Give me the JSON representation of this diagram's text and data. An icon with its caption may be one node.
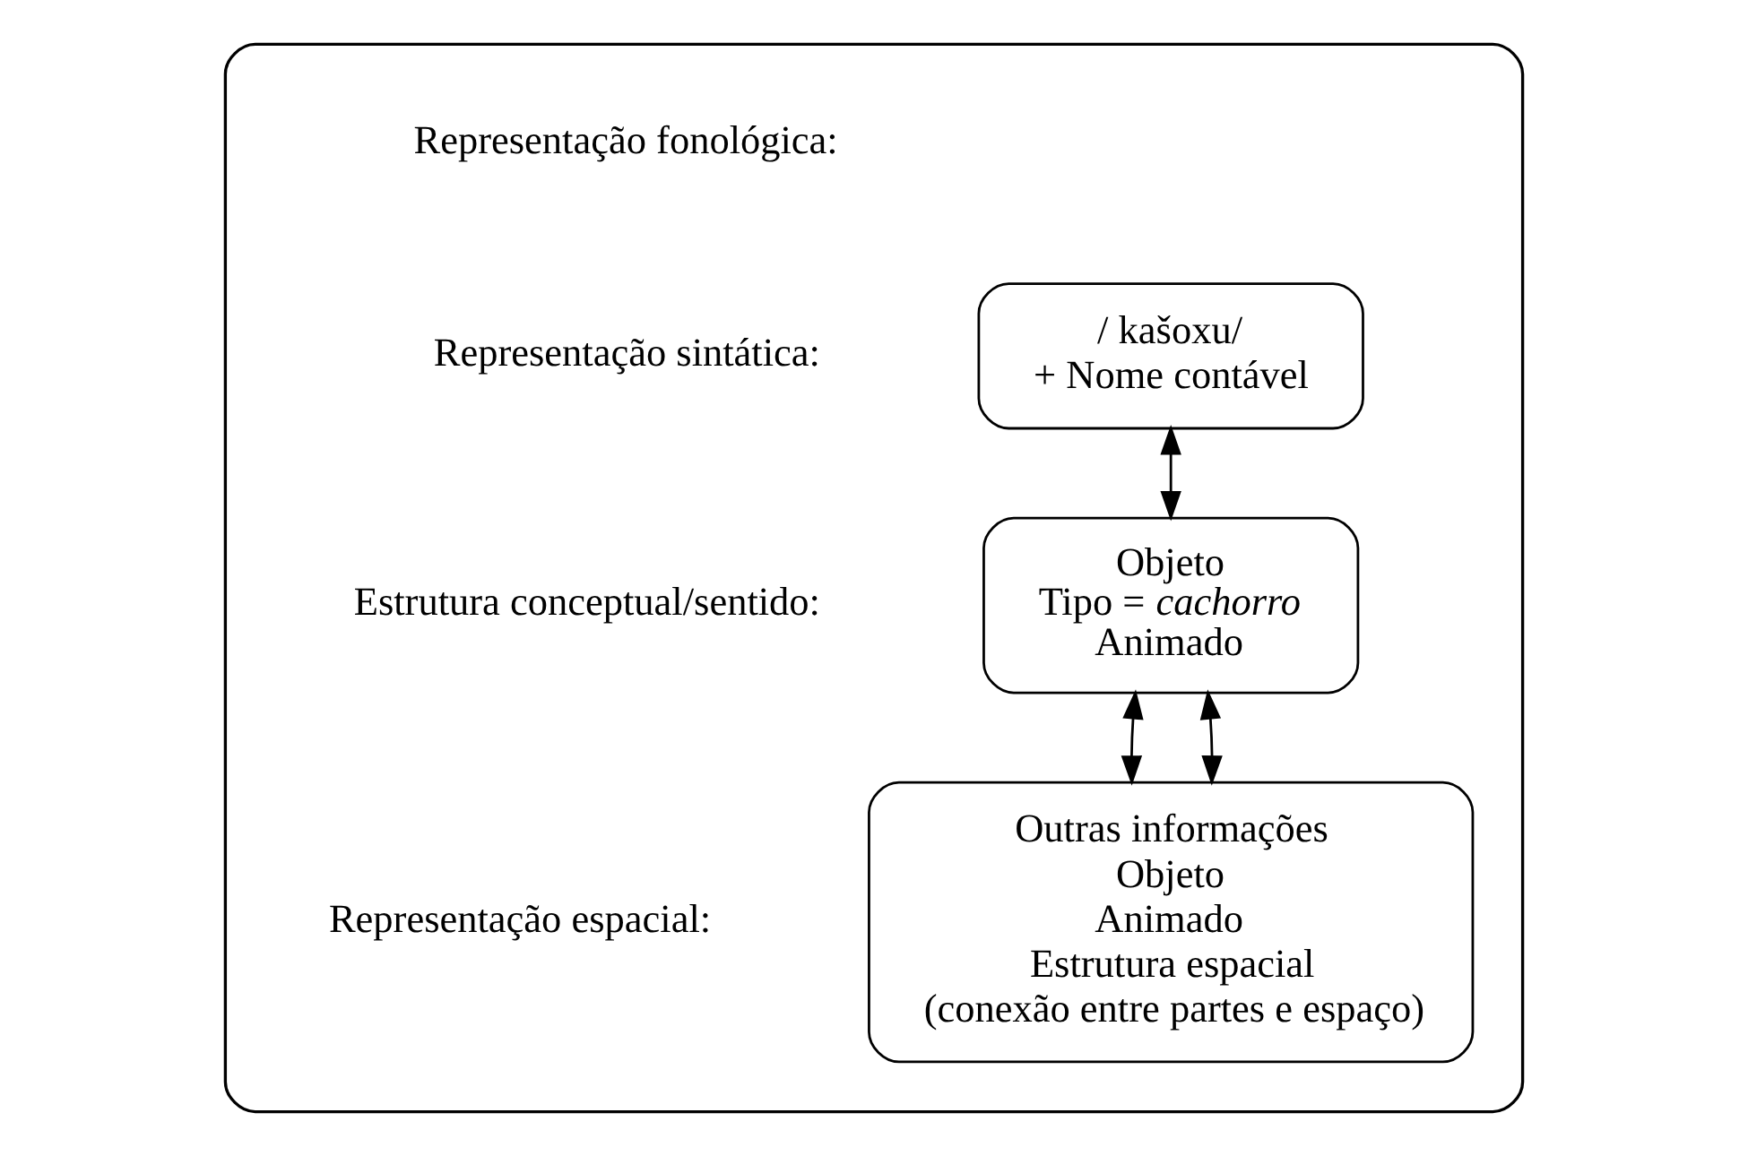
{
  "diagram": {
    "nodes": [
      {
        "text": [],
        "shape": "bracket"
      },
      {
        "text": [
          "/ kašoxu/",
          "+ Nome contável"
        ],
        "in": 0
      },
      {
        "text": [
          "Objeto",
          "Tipo = *cachorro*",
          "Animado"
        ],
        "in": 0
      },
      {
        "text": [
          "Outras informações",
          "Objeto",
          "Animado",
          "Estrutura espacial",
          "(conexão entre partes e espaço)"
        ],
        "in": 0
      }
    ],
    "edges": [
      {
        "from": 1,
        "to": 2,
        "arrow": "both"
      },
      {
        "from": 2,
        "to": 3,
        "arrow": "both"
      },
      {
        "from": 2,
        "to": 3,
        "arrow": "both"
      }
    ],
    "labels": [
      "Representação fonológica:",
      "Representação sintática:",
      "Estrutura conceptual/sentido:",
      "Representação espacial:"
    ]
  }
}
